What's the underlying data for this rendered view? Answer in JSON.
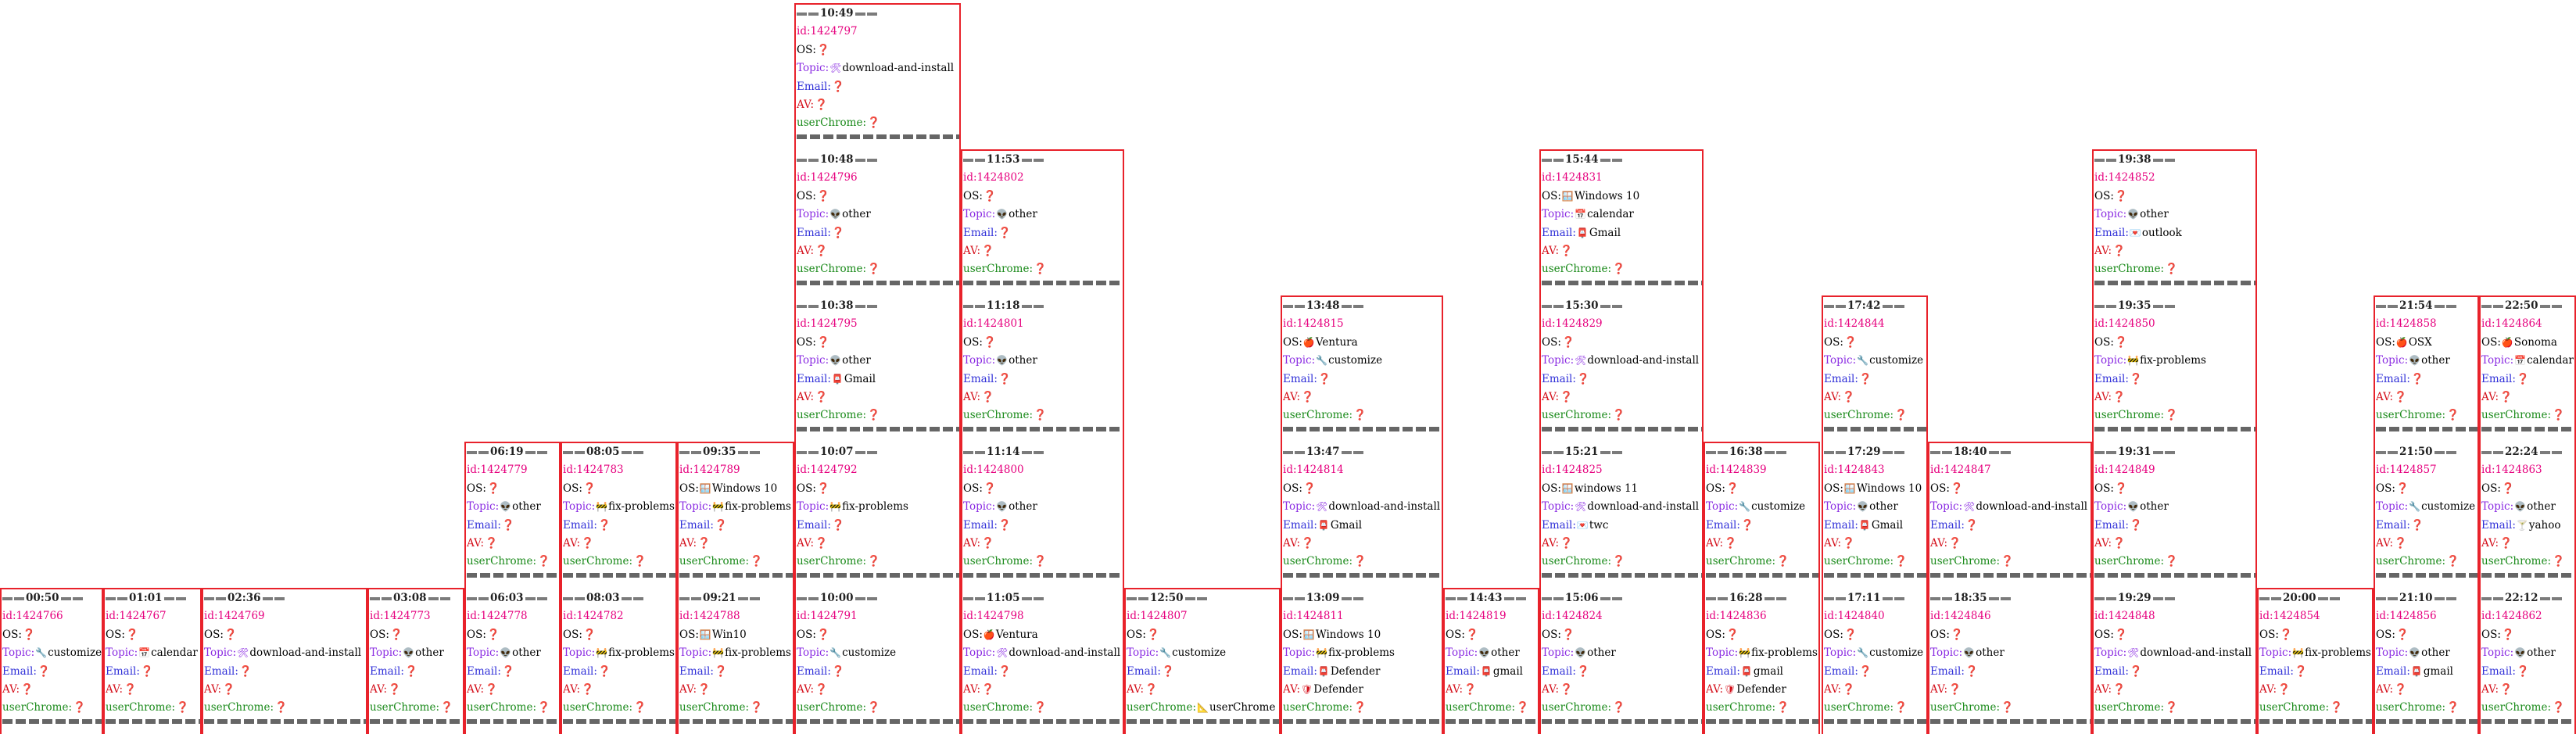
{
  "columns": [
    {
      "cards": [
        {
          "time": "00:50",
          "id": "id:1424766",
          "os": "",
          "topic": "customize",
          "topic_icon": "🔧",
          "email": "",
          "email_icon": "",
          "av": "",
          "av_icon": "",
          "uc": ""
        }
      ]
    },
    {
      "cards": [
        {
          "time": "01:01",
          "id": "id:1424767",
          "os": "",
          "topic": "calendar",
          "topic_icon": "📅",
          "email": "",
          "email_icon": "",
          "av": "",
          "av_icon": "",
          "uc": ""
        }
      ]
    },
    {
      "cards": [
        {
          "time": "02:36",
          "id": "id:1424769",
          "os": "",
          "topic": "download-and-install",
          "topic_icon": "🛠",
          "email": "",
          "email_icon": "",
          "av": "",
          "av_icon": "",
          "uc": ""
        }
      ]
    },
    {
      "cards": [
        {
          "time": "03:08",
          "id": "id:1424773",
          "os": "",
          "topic": "other",
          "topic_icon": "👽",
          "email": "",
          "email_icon": "",
          "av": "",
          "av_icon": "",
          "uc": ""
        }
      ]
    },
    {
      "cards": [
        {
          "time": "06:19",
          "id": "id:1424779",
          "os": "",
          "topic": "other",
          "topic_icon": "👽",
          "email": "",
          "email_icon": "",
          "av": "",
          "av_icon": "",
          "uc": ""
        },
        {
          "time": "06:03",
          "id": "id:1424778",
          "os": "",
          "topic": "other",
          "topic_icon": "👽",
          "email": "",
          "email_icon": "",
          "av": "",
          "av_icon": "",
          "uc": ""
        }
      ]
    },
    {
      "cards": [
        {
          "time": "08:05",
          "id": "id:1424783",
          "os": "",
          "topic": "fix-problems",
          "topic_icon": "🚧",
          "email": "",
          "email_icon": "",
          "av": "",
          "av_icon": "",
          "uc": ""
        },
        {
          "time": "08:03",
          "id": "id:1424782",
          "os": "",
          "topic": "fix-problems",
          "topic_icon": "🚧",
          "email": "",
          "email_icon": "",
          "av": "",
          "av_icon": "",
          "uc": ""
        }
      ]
    },
    {
      "cards": [
        {
          "time": "09:35",
          "id": "id:1424789",
          "os": "Windows 10",
          "os_icon": "🪟",
          "topic": "fix-problems",
          "topic_icon": "🚧",
          "email": "",
          "email_icon": "",
          "av": "",
          "av_icon": "",
          "uc": ""
        },
        {
          "time": "09:21",
          "id": "id:1424788",
          "os": "Win10",
          "os_icon": "🪟",
          "topic": "fix-problems",
          "topic_icon": "🚧",
          "email": "",
          "email_icon": "",
          "av": "",
          "av_icon": "",
          "uc": ""
        }
      ]
    },
    {
      "cards": [
        {
          "time": "10:49",
          "id": "id:1424797",
          "os": "",
          "topic": "download-and-install",
          "topic_icon": "🛠",
          "email": "",
          "email_icon": "",
          "av": "",
          "av_icon": "",
          "uc": ""
        },
        {
          "time": "10:48",
          "id": "id:1424796",
          "os": "",
          "topic": "other",
          "topic_icon": "👽",
          "email": "",
          "email_icon": "",
          "av": "",
          "av_icon": "",
          "uc": ""
        },
        {
          "time": "10:38",
          "id": "id:1424795",
          "os": "",
          "topic": "other",
          "topic_icon": "👽",
          "email": "Gmail",
          "email_icon": "📮",
          "av": "",
          "av_icon": "",
          "uc": ""
        },
        {
          "time": "10:07",
          "id": "id:1424792",
          "os": "",
          "topic": "fix-problems",
          "topic_icon": "🚧",
          "email": "",
          "email_icon": "",
          "av": "",
          "av_icon": "",
          "uc": ""
        },
        {
          "time": "10:00",
          "id": "id:1424791",
          "os": "",
          "topic": "customize",
          "topic_icon": "🔧",
          "email": "",
          "email_icon": "",
          "av": "",
          "av_icon": "",
          "uc": ""
        }
      ]
    },
    {
      "cards": [
        {
          "time": "11:53",
          "id": "id:1424802",
          "os": "",
          "topic": "other",
          "topic_icon": "👽",
          "email": "",
          "email_icon": "",
          "av": "",
          "av_icon": "",
          "uc": ""
        },
        {
          "time": "11:18",
          "id": "id:1424801",
          "os": "",
          "topic": "other",
          "topic_icon": "👽",
          "email": "",
          "email_icon": "",
          "av": "",
          "av_icon": "",
          "uc": ""
        },
        {
          "time": "11:14",
          "id": "id:1424800",
          "os": "",
          "topic": "other",
          "topic_icon": "👽",
          "email": "",
          "email_icon": "",
          "av": "",
          "av_icon": "",
          "uc": ""
        },
        {
          "time": "11:05",
          "id": "id:1424798",
          "os": "Ventura",
          "os_icon": "🍎",
          "topic": "download-and-install",
          "topic_icon": "🛠",
          "email": "",
          "email_icon": "",
          "av": "",
          "av_icon": "",
          "uc": ""
        }
      ]
    },
    {
      "cards": [
        {
          "time": "12:50",
          "id": "id:1424807",
          "os": "",
          "topic": "customize",
          "topic_icon": "🔧",
          "email": "",
          "email_icon": "",
          "av": "",
          "av_icon": "",
          "uc": "userChrome",
          "uc_icon": "📐"
        }
      ]
    },
    {
      "cards": [
        {
          "time": "13:48",
          "id": "id:1424815",
          "os": "Ventura",
          "os_icon": "🍎",
          "topic": "customize",
          "topic_icon": "🔧",
          "email": "",
          "email_icon": "",
          "av": "",
          "av_icon": "",
          "uc": ""
        },
        {
          "time": "13:47",
          "id": "id:1424814",
          "os": "",
          "topic": "download-and-install",
          "topic_icon": "🛠",
          "email": "Gmail",
          "email_icon": "📮",
          "av": "",
          "av_icon": "",
          "uc": ""
        },
        {
          "time": "13:09",
          "id": "id:1424811",
          "os": "Windows 10",
          "os_icon": "🪟",
          "topic": "fix-problems",
          "topic_icon": "🚧",
          "email": "Defender",
          "email_icon": "📮",
          "av": "Defender",
          "av_icon": "🛡",
          "uc": ""
        }
      ]
    },
    {
      "cards": [
        {
          "time": "14:43",
          "id": "id:1424819",
          "os": "",
          "topic": "other",
          "topic_icon": "👽",
          "email": "gmail",
          "email_icon": "📮",
          "av": "",
          "av_icon": "",
          "uc": ""
        }
      ]
    },
    {
      "cards": [
        {
          "time": "15:44",
          "id": "id:1424831",
          "os": "Windows 10",
          "os_icon": "🪟",
          "topic": "calendar",
          "topic_icon": "📅",
          "email": "Gmail",
          "email_icon": "📮",
          "av": "",
          "av_icon": "",
          "uc": ""
        },
        {
          "time": "15:30",
          "id": "id:1424829",
          "os": "",
          "topic": "download-and-install",
          "topic_icon": "🛠",
          "email": "",
          "email_icon": "",
          "av": "",
          "av_icon": "",
          "uc": ""
        },
        {
          "time": "15:21",
          "id": "id:1424825",
          "os": "windows 11",
          "os_icon": "🪟",
          "topic": "download-and-install",
          "topic_icon": "🛠",
          "email": "twc",
          "email_icon": "💌",
          "av": "",
          "av_icon": "",
          "uc": ""
        },
        {
          "time": "15:06",
          "id": "id:1424824",
          "os": "",
          "topic": "other",
          "topic_icon": "👽",
          "email": "",
          "email_icon": "",
          "av": "",
          "av_icon": "",
          "uc": ""
        }
      ]
    },
    {
      "cards": [
        {
          "time": "16:38",
          "id": "id:1424839",
          "os": "",
          "topic": "customize",
          "topic_icon": "🔧",
          "email": "",
          "email_icon": "",
          "av": "",
          "av_icon": "",
          "uc": ""
        },
        {
          "time": "16:28",
          "id": "id:1424836",
          "os": "",
          "topic": "fix-problems",
          "topic_icon": "🚧",
          "email": "gmail",
          "email_icon": "📮",
          "av": "Defender",
          "av_icon": "🛡",
          "uc": ""
        }
      ]
    },
    {
      "cards": [
        {
          "time": "17:42",
          "id": "id:1424844",
          "os": "",
          "topic": "customize",
          "topic_icon": "🔧",
          "email": "",
          "email_icon": "",
          "av": "",
          "av_icon": "",
          "uc": ""
        },
        {
          "time": "17:29",
          "id": "id:1424843",
          "os": "Windows 10",
          "os_icon": "🪟",
          "topic": "other",
          "topic_icon": "👽",
          "email": "Gmail",
          "email_icon": "📮",
          "av": "",
          "av_icon": "",
          "uc": ""
        },
        {
          "time": "17:11",
          "id": "id:1424840",
          "os": "",
          "topic": "customize",
          "topic_icon": "🔧",
          "email": "",
          "email_icon": "",
          "av": "",
          "av_icon": "",
          "uc": ""
        }
      ]
    },
    {
      "cards": [
        {
          "time": "18:40",
          "id": "id:1424847",
          "os": "",
          "topic": "download-and-install",
          "topic_icon": "🛠",
          "email": "",
          "email_icon": "",
          "av": "",
          "av_icon": "",
          "uc": ""
        },
        {
          "time": "18:35",
          "id": "id:1424846",
          "os": "",
          "topic": "other",
          "topic_icon": "👽",
          "email": "",
          "email_icon": "",
          "av": "",
          "av_icon": "",
          "uc": ""
        }
      ]
    },
    {
      "cards": [
        {
          "time": "19:38",
          "id": "id:1424852",
          "os": "",
          "topic": "other",
          "topic_icon": "👽",
          "email": "outlook",
          "email_icon": "💌",
          "av": "",
          "av_icon": "",
          "uc": ""
        },
        {
          "time": "19:35",
          "id": "id:1424850",
          "os": "",
          "topic": "fix-problems",
          "topic_icon": "🚧",
          "email": "",
          "email_icon": "",
          "av": "",
          "av_icon": "",
          "uc": ""
        },
        {
          "time": "19:31",
          "id": "id:1424849",
          "os": "",
          "topic": "other",
          "topic_icon": "👽",
          "email": "",
          "email_icon": "",
          "av": "",
          "av_icon": "",
          "uc": ""
        },
        {
          "time": "19:29",
          "id": "id:1424848",
          "os": "",
          "topic": "download-and-install",
          "topic_icon": "🛠",
          "email": "",
          "email_icon": "",
          "av": "",
          "av_icon": "",
          "uc": ""
        }
      ]
    },
    {
      "cards": [
        {
          "time": "20:00",
          "id": "id:1424854",
          "os": "",
          "topic": "fix-problems",
          "topic_icon": "🚧",
          "email": "",
          "email_icon": "",
          "av": "",
          "av_icon": "",
          "uc": ""
        }
      ]
    },
    {
      "cards": [
        {
          "time": "21:54",
          "id": "id:1424858",
          "os": "OSX",
          "os_icon": "🍎",
          "topic": "other",
          "topic_icon": "👽",
          "email": "",
          "email_icon": "",
          "av": "",
          "av_icon": "",
          "uc": ""
        },
        {
          "time": "21:50",
          "id": "id:1424857",
          "os": "",
          "topic": "customize",
          "topic_icon": "🔧",
          "email": "",
          "email_icon": "",
          "av": "",
          "av_icon": "",
          "uc": ""
        },
        {
          "time": "21:10",
          "id": "id:1424856",
          "os": "",
          "topic": "other",
          "topic_icon": "👽",
          "email": "gmail",
          "email_icon": "📮",
          "av": "",
          "av_icon": "",
          "uc": ""
        }
      ]
    },
    {
      "cards": [
        {
          "time": "22:50",
          "id": "id:1424864",
          "os": "Sonoma",
          "os_icon": "🍎",
          "topic": "calendar",
          "topic_icon": "📅",
          "email": "",
          "email_icon": "",
          "av": "",
          "av_icon": "",
          "uc": ""
        },
        {
          "time": "22:24",
          "id": "id:1424863",
          "os": "",
          "topic": "other",
          "topic_icon": "👽",
          "email": "yahoo",
          "email_icon": "🍸",
          "av": "",
          "av_icon": "",
          "uc": ""
        },
        {
          "time": "22:12",
          "id": "id:1424862",
          "os": "",
          "topic": "other",
          "topic_icon": "👽",
          "email": "",
          "email_icon": "",
          "av": "",
          "av_icon": "",
          "uc": ""
        }
      ]
    }
  ],
  "labels": {
    "os": "OS:",
    "topic": "Topic:",
    "email": "Email:",
    "av": "AV:",
    "uc": "userChrome:",
    "unknown": "❓"
  },
  "colors": {
    "border": "#e8222b",
    "id": "#e6007e",
    "topic": "#8a2be2",
    "email": "#3030d8",
    "av": "#d4101b",
    "userchrome": "#1a8a1a",
    "question": "#e0141e"
  }
}
